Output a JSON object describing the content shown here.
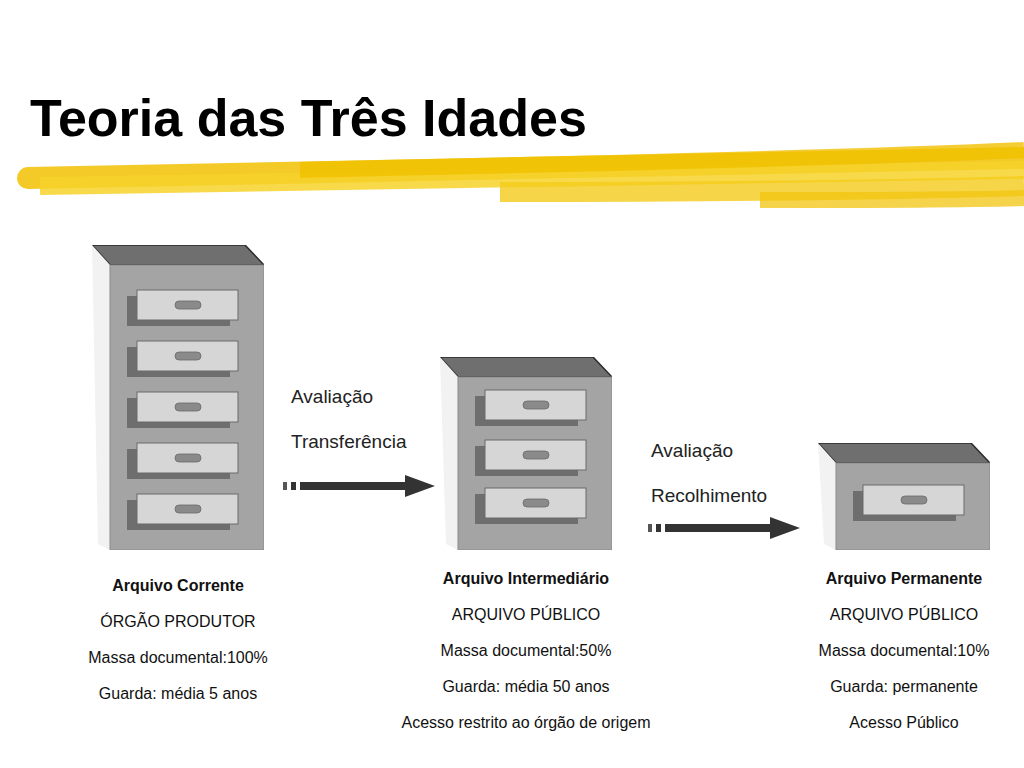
{
  "diagram": {
    "title": "Teoria das Três Idades",
    "nodes": [
      {
        "text": [
          "Arquivo Corrente",
          "ÓRGÃO PRODUTOR",
          "Massa documental:100%",
          "Guarda: média 5 anos"
        ]
      },
      {
        "text": [
          "Arquivo Intermediário",
          "ARQUIVO PÚBLICO",
          "Massa documental:50%",
          "Guarda: média 50 anos",
          "Acesso restrito ao órgão de origem"
        ]
      },
      {
        "text": [
          "Arquivo Permanente",
          "ARQUIVO PÚBLICO",
          "Massa documental:10%",
          "Guarda: permanente",
          "Acesso Público"
        ]
      }
    ],
    "edges": [
      {
        "from": 0,
        "to": 1,
        "arrow": "to",
        "label": "Avaliação Transferência"
      },
      {
        "from": 1,
        "to": 2,
        "arrow": "to",
        "label": "Avaliação Recolhimento"
      }
    ]
  }
}
